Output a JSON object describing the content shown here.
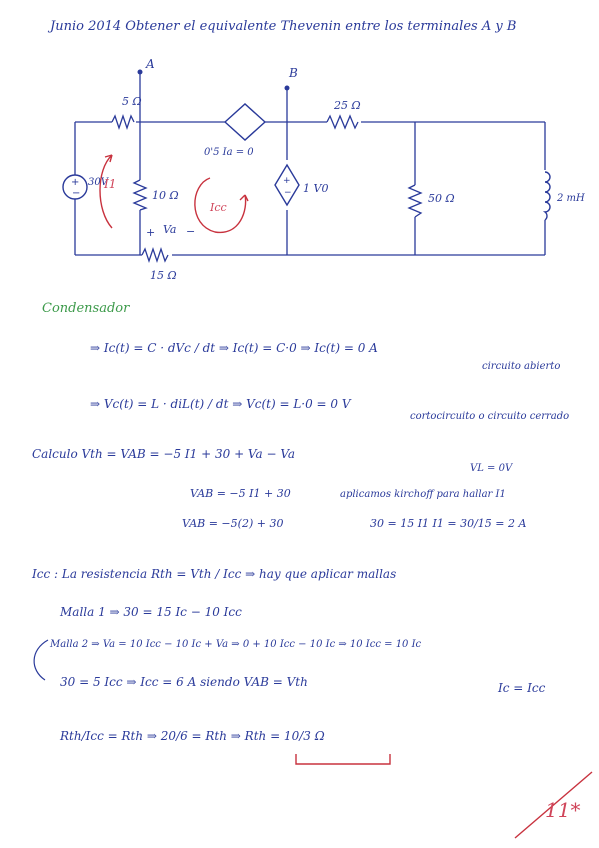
{
  "header": {
    "title": "Junio 2014   Obtener el equivalente Thevenin entre los terminales A y B"
  },
  "circuit": {
    "label_A": "A",
    "label_B": "B",
    "r1": "5 Ω",
    "r2": "10 Ω",
    "r3": "25 Ω",
    "r4": "50 Ω",
    "r5": "15 Ω",
    "src_voltage": "30V",
    "dep_source": "0'5 Ia = 0",
    "dep_current": "1 V0",
    "inductor": "2 mH",
    "loop_i1": "I1",
    "loop_icc": "Icc",
    "va_label": "Va",
    "plus": "+",
    "minus": "−"
  },
  "notes": {
    "h_green": "Condensador",
    "l1": "⇒  Ic(t) = C · dVc / dt  ⇒  Ic(t) = C·0  ⇒  Ic(t) = 0 A",
    "l1b": "circuito abierto",
    "l2": "⇒  Vc(t) = L · diL(t) / dt  ⇒  Vc(t) = L·0 = 0 V",
    "l2b": "cortocircuito o circuito cerrado",
    "l2c": "VL = 0V",
    "l3": "Calculo Vth = VAB = −5 I1 + 30 + Va − Va",
    "l4": "VAB = −5 I1 + 30",
    "l4b": "aplicamos kirchoff para hallar I1",
    "l5": "VAB = −5(2) + 30",
    "l5b": "30 = 15 I1   I1 = 30/15 = 2 A",
    "l6": "Icc : La resistencia Rth = Vth / Icc  ⇒  hay que aplicar mallas",
    "l7": "Malla 1 ⇒ 30 = 15 Ic − 10 Icc",
    "l8": "Malla 2 ⇒  Va = 10 Icc − 10 Ic + Va  ⇒ 0 + 10 Icc − 10 Ic ⇒ 10 Icc = 10 Ic",
    "l9": "30 = 5 Icc ⇒ Icc = 6 A   siendo VAB = Vth",
    "l9b": "Ic = Icc",
    "l10": "Rth/Icc = Rth ⇒  20/6 = Rth  ⇒  Rth = 10/3 Ω",
    "mark": "11*"
  }
}
